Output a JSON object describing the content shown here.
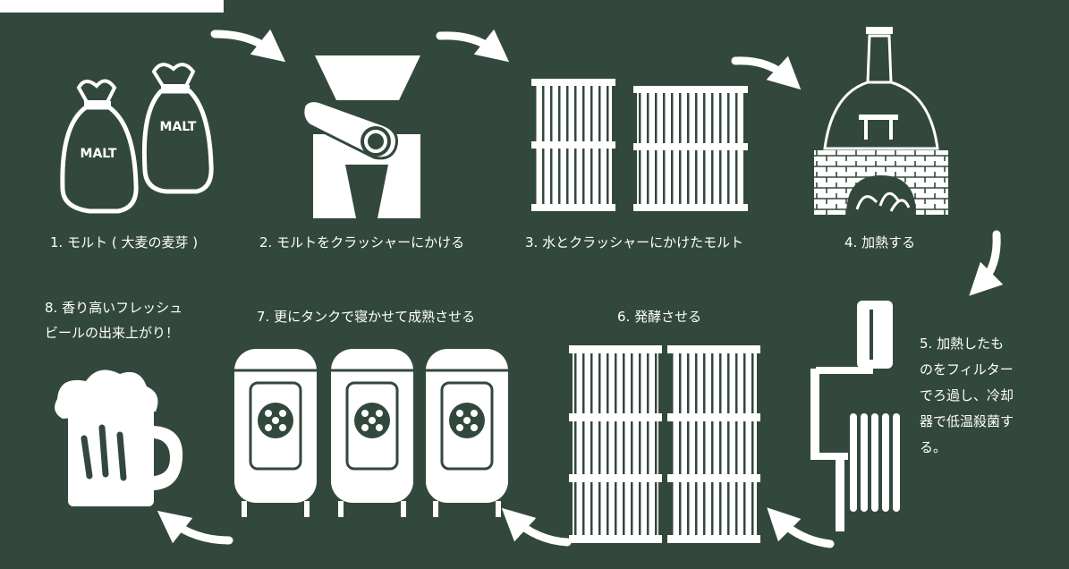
{
  "diagram": {
    "background": "#33483c",
    "ink": "#ffffff",
    "steps": [
      {
        "label": "1. モルト ( 大麦の麦芽 )",
        "icon": "malt-sacks-icon",
        "sack_labels": [
          "MALT",
          "MALT"
        ]
      },
      {
        "label": "2. モルトをクラッシャーにかける",
        "icon": "malt-crusher-icon"
      },
      {
        "label": "3. 水とクラッシャーにかけたモルト",
        "icon": "mash-barrels-icon"
      },
      {
        "label": "4. 加熱する",
        "icon": "brew-kettle-icon"
      },
      {
        "label": "5. 加熱したも\nのをフィルター\nでろ過し、冷却\n器で低温殺菌す\nる。",
        "icon": "filter-cooler-icon"
      },
      {
        "label": "6. 発酵させる",
        "icon": "fermentation-barrels-icon"
      },
      {
        "label": "7. 更にタンクで寝かせて成熟させる",
        "icon": "maturation-tanks-icon"
      },
      {
        "label": "8. 香り高いフレッシュ\nビールの出来上がり！",
        "icon": "beer-mug-icon"
      }
    ]
  }
}
